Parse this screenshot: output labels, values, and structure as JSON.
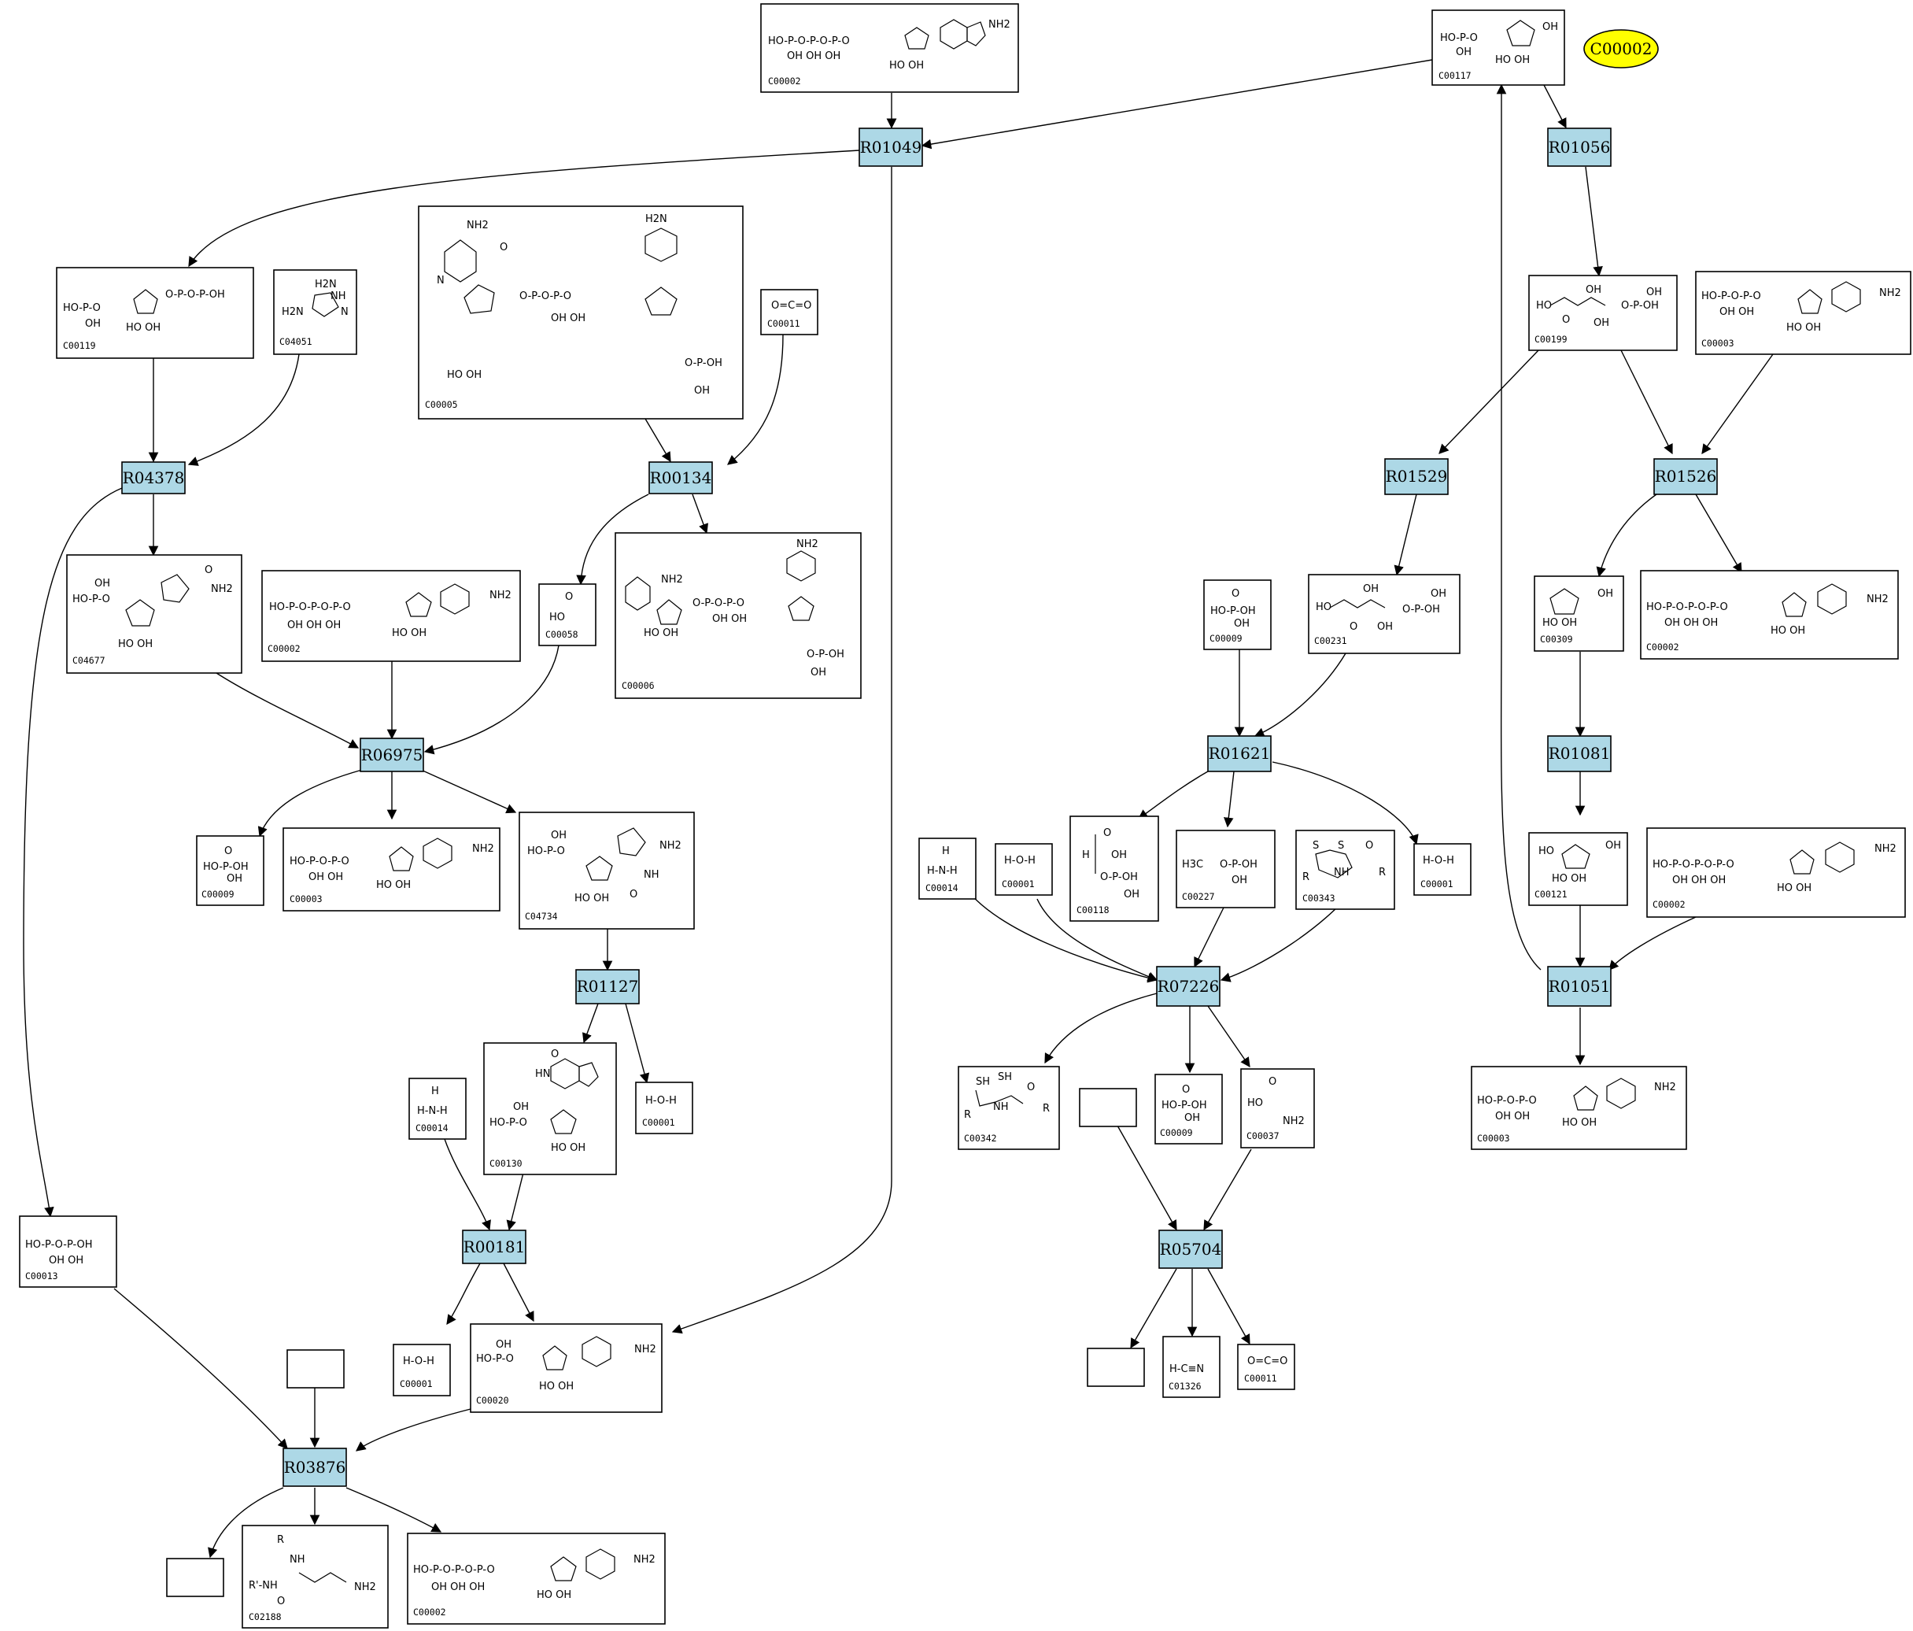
{
  "highlight": {
    "id": "C00002",
    "color": "#ffff00"
  },
  "reaction_color": "#add8e6",
  "reactions": [
    {
      "id": "R01049"
    },
    {
      "id": "R04378"
    },
    {
      "id": "R00134"
    },
    {
      "id": "R06975"
    },
    {
      "id": "R01127"
    },
    {
      "id": "R00181"
    },
    {
      "id": "R03876"
    },
    {
      "id": "R01056"
    },
    {
      "id": "R01529"
    },
    {
      "id": "R01526"
    },
    {
      "id": "R01621"
    },
    {
      "id": "R01081"
    },
    {
      "id": "R07226"
    },
    {
      "id": "R01051"
    },
    {
      "id": "R05704"
    }
  ],
  "compounds": [
    {
      "key": "c00002_top",
      "id": "C00002",
      "labels": [
        "HO-P-O-P-O-P-O",
        "OH OH OH",
        "NH2",
        "HO OH"
      ]
    },
    {
      "key": "c00117",
      "id": "C00117",
      "labels": [
        "HO-P-O",
        "OH",
        "OH",
        "HO OH"
      ]
    },
    {
      "key": "c00119",
      "id": "C00119",
      "labels": [
        "HO-P-O",
        "OH",
        "O-P-O-P-OH",
        "HO OH"
      ]
    },
    {
      "key": "c04051",
      "id": "C04051",
      "labels": [
        "H2N",
        "NH",
        "N",
        "H2N"
      ]
    },
    {
      "key": "c00005",
      "id": "C00005",
      "labels": [
        "NH2",
        "O",
        "N",
        "O-P-O-P-O",
        "OH OH",
        "HO OH",
        "H2N",
        "O-P-OH",
        "OH"
      ]
    },
    {
      "key": "c00011_a",
      "id": "C00011",
      "labels": [
        "O=C=O"
      ]
    },
    {
      "key": "c04677",
      "id": "C04677",
      "labels": [
        "HO-P-O",
        "OH",
        "NH2",
        "O",
        "HO OH"
      ]
    },
    {
      "key": "c00002_b",
      "id": "C00002",
      "labels": [
        "HO-P-O-P-O-P-O",
        "OH OH OH",
        "NH2",
        "HO OH"
      ]
    },
    {
      "key": "c00058",
      "id": "C00058",
      "labels": [
        "O",
        "HO"
      ]
    },
    {
      "key": "c00006",
      "id": "C00006",
      "labels": [
        "NH2",
        "O-P-O-P-O",
        "OH OH",
        "NH2",
        "HO OH",
        "O-P-OH",
        "OH"
      ]
    },
    {
      "key": "c00009_a",
      "id": "C00009",
      "labels": [
        "O",
        "HO-P-OH",
        "OH"
      ]
    },
    {
      "key": "c00003_a",
      "id": "C00003",
      "labels": [
        "HO-P-O-P-O",
        "OH OH",
        "NH2",
        "HO OH"
      ]
    },
    {
      "key": "c04734",
      "id": "C04734",
      "labels": [
        "HO-P-O",
        "OH",
        "NH2",
        "NH",
        "HO OH",
        "O"
      ]
    },
    {
      "key": "c00014_a",
      "id": "C00014",
      "labels": [
        "H",
        "H-N-H"
      ]
    },
    {
      "key": "c00130",
      "id": "C00130",
      "labels": [
        "HO-P-O",
        "OH",
        "HN",
        "O",
        "HO OH"
      ]
    },
    {
      "key": "c00001_a",
      "id": "C00001",
      "labels": [
        "H-O-H"
      ]
    },
    {
      "key": "c00013",
      "id": "C00013",
      "labels": [
        "HO-P-O-P-OH",
        "OH OH"
      ]
    },
    {
      "key": "c00001_b",
      "id": "C00001",
      "labels": [
        "H-O-H"
      ]
    },
    {
      "key": "c00020",
      "id": "C00020",
      "labels": [
        "HO-P-O",
        "OH",
        "NH2",
        "HO OH"
      ]
    },
    {
      "key": "c02188",
      "id": "C02188",
      "labels": [
        "R",
        "NH",
        "R'-NH",
        "O",
        "NH2"
      ]
    },
    {
      "key": "c00002_c",
      "id": "C00002",
      "labels": [
        "HO-P-O-P-O-P-O",
        "OH OH OH",
        "NH2",
        "HO OH"
      ]
    },
    {
      "key": "c00199",
      "id": "C00199",
      "labels": [
        "HO",
        "OH",
        "O-P-OH",
        "O",
        "OH",
        "OH"
      ]
    },
    {
      "key": "c00003_b",
      "id": "C00003",
      "labels": [
        "HO-P-O-P-O",
        "OH OH",
        "NH2",
        "HO OH"
      ]
    },
    {
      "key": "c00231",
      "id": "C00231",
      "labels": [
        "HO",
        "OH",
        "O-P-OH",
        "O",
        "OH",
        "OH"
      ]
    },
    {
      "key": "c00009_b",
      "id": "C00009",
      "labels": [
        "O",
        "HO-P-OH",
        "OH"
      ]
    },
    {
      "key": "c00309",
      "id": "C00309",
      "labels": [
        "OH",
        "HO OH"
      ]
    },
    {
      "key": "c00002_d",
      "id": "C00002",
      "labels": [
        "HO-P-O-P-O-P-O",
        "OH OH OH",
        "NH2",
        "HO OH"
      ]
    },
    {
      "key": "c00014_b",
      "id": "C00014",
      "labels": [
        "H",
        "H-N-H"
      ]
    },
    {
      "key": "c00001_c",
      "id": "C00001",
      "labels": [
        "H-O-H"
      ]
    },
    {
      "key": "c00118",
      "id": "C00118",
      "labels": [
        "O",
        "H",
        "OH",
        "O-P-OH",
        "OH"
      ]
    },
    {
      "key": "c00227",
      "id": "C00227",
      "labels": [
        "H3C",
        "O-P-OH",
        "OH"
      ]
    },
    {
      "key": "c00343",
      "id": "C00343",
      "labels": [
        "S",
        "S",
        "R",
        "NH",
        "O",
        "R"
      ]
    },
    {
      "key": "c00001_d",
      "id": "C00001",
      "labels": [
        "H-O-H"
      ]
    },
    {
      "key": "c00121",
      "id": "C00121",
      "labels": [
        "OH",
        "HO",
        "HO OH"
      ]
    },
    {
      "key": "c00002_e",
      "id": "C00002",
      "labels": [
        "HO-P-O-P-O-P-O",
        "OH OH OH",
        "NH2",
        "HO OH"
      ]
    },
    {
      "key": "c00342",
      "id": "C00342",
      "labels": [
        "SH",
        "SH",
        "R",
        "NH",
        "O",
        "R"
      ]
    },
    {
      "key": "c00009_c",
      "id": "C00009",
      "labels": [
        "O",
        "HO-P-OH",
        "OH"
      ]
    },
    {
      "key": "c00037",
      "id": "C00037",
      "labels": [
        "O",
        "HO",
        "NH2"
      ]
    },
    {
      "key": "c00003_c",
      "id": "C00003",
      "labels": [
        "HO-P-O-P-O",
        "OH OH",
        "NH2",
        "HO OH"
      ]
    },
    {
      "key": "c01326",
      "id": "C01326",
      "labels": [
        "H-C≡N"
      ]
    },
    {
      "key": "c00011_b",
      "id": "C00011",
      "labels": [
        "O=C=O"
      ]
    }
  ]
}
